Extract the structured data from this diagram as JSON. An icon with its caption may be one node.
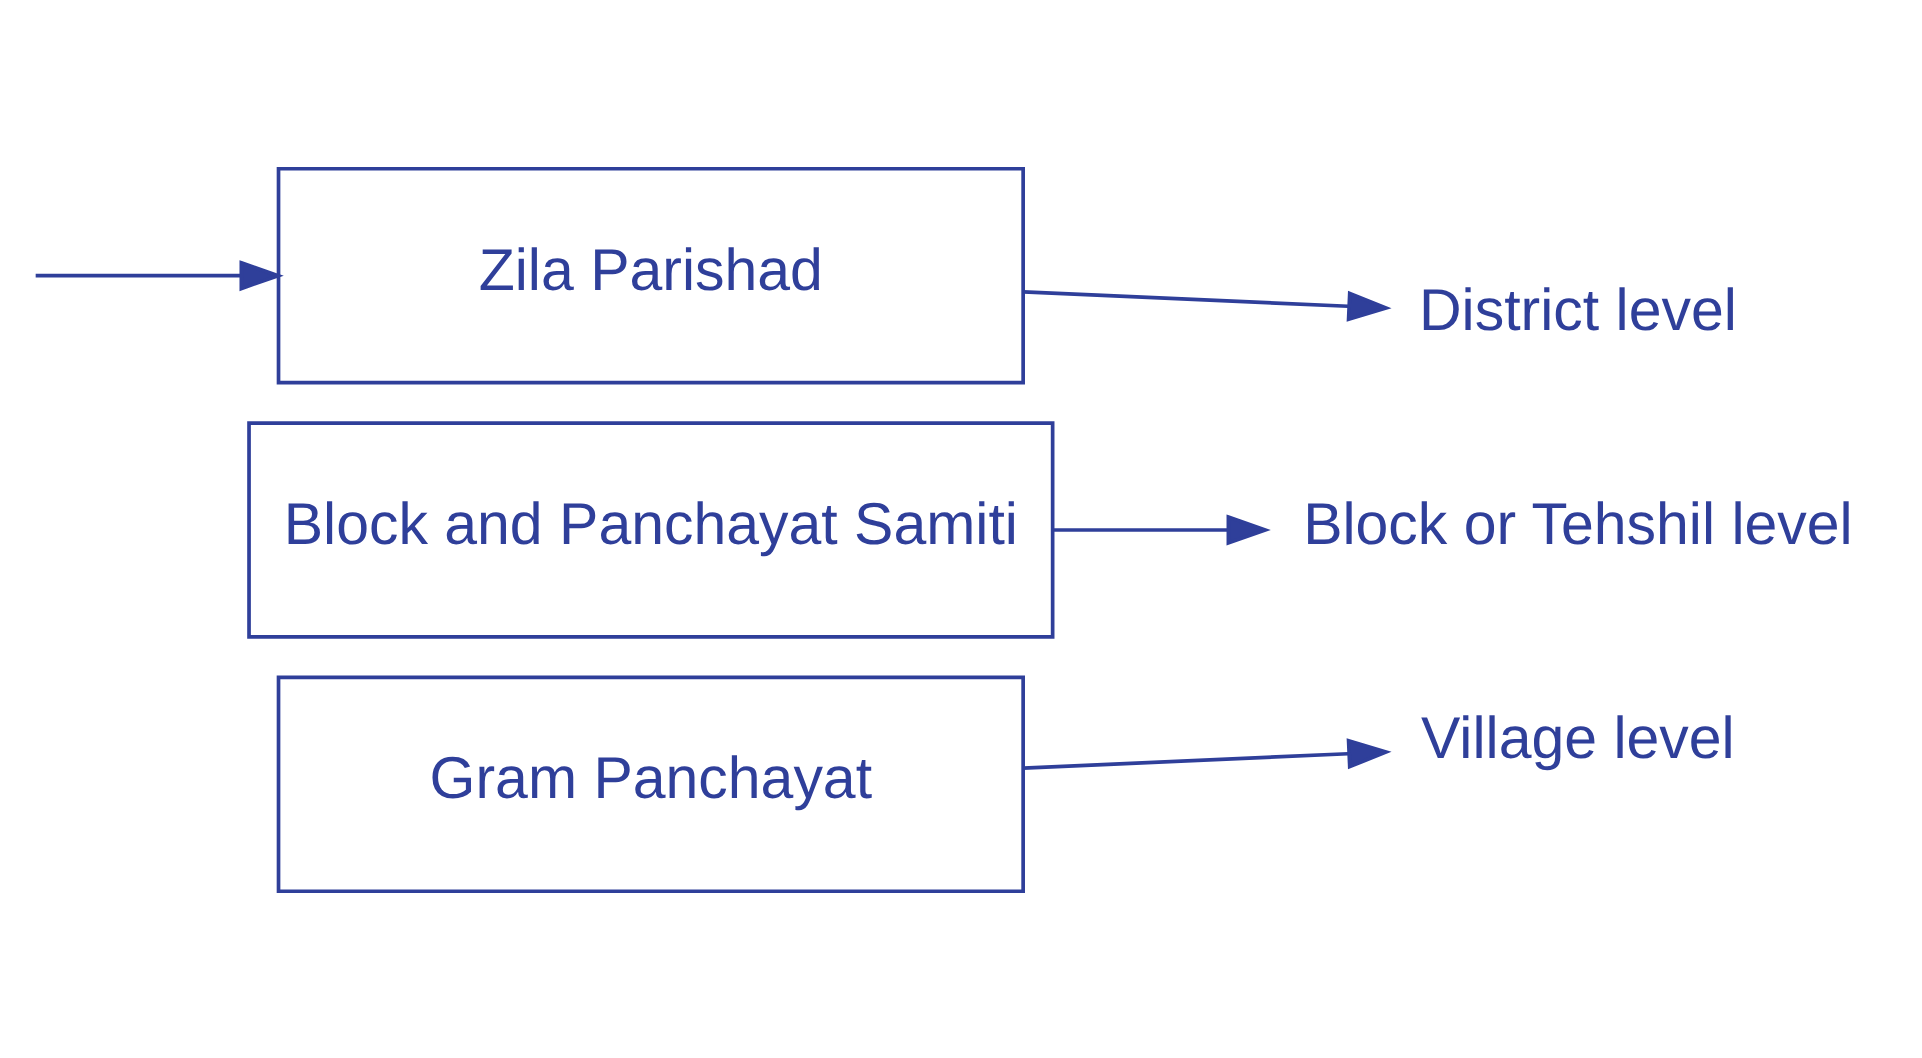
{
  "diagram": {
    "nodes": [
      {
        "text": [
          "Zila Parishad"
        ]
      },
      {
        "text": [
          "Block and Panchayat Samiti"
        ]
      },
      {
        "text": [
          "Gram Panchayat"
        ]
      },
      {
        "text": [
          "District level"
        ]
      },
      {
        "text": [
          "Block or Tehshil level"
        ]
      },
      {
        "text": [
          "Village level"
        ]
      }
    ],
    "edges": [
      {
        "from": null,
        "to": 0,
        "arrow": "to"
      },
      {
        "from": 0,
        "to": 3,
        "arrow": "to"
      },
      {
        "from": 1,
        "to": 4,
        "arrow": "to"
      },
      {
        "from": 2,
        "to": 5,
        "arrow": "to"
      }
    ]
  }
}
